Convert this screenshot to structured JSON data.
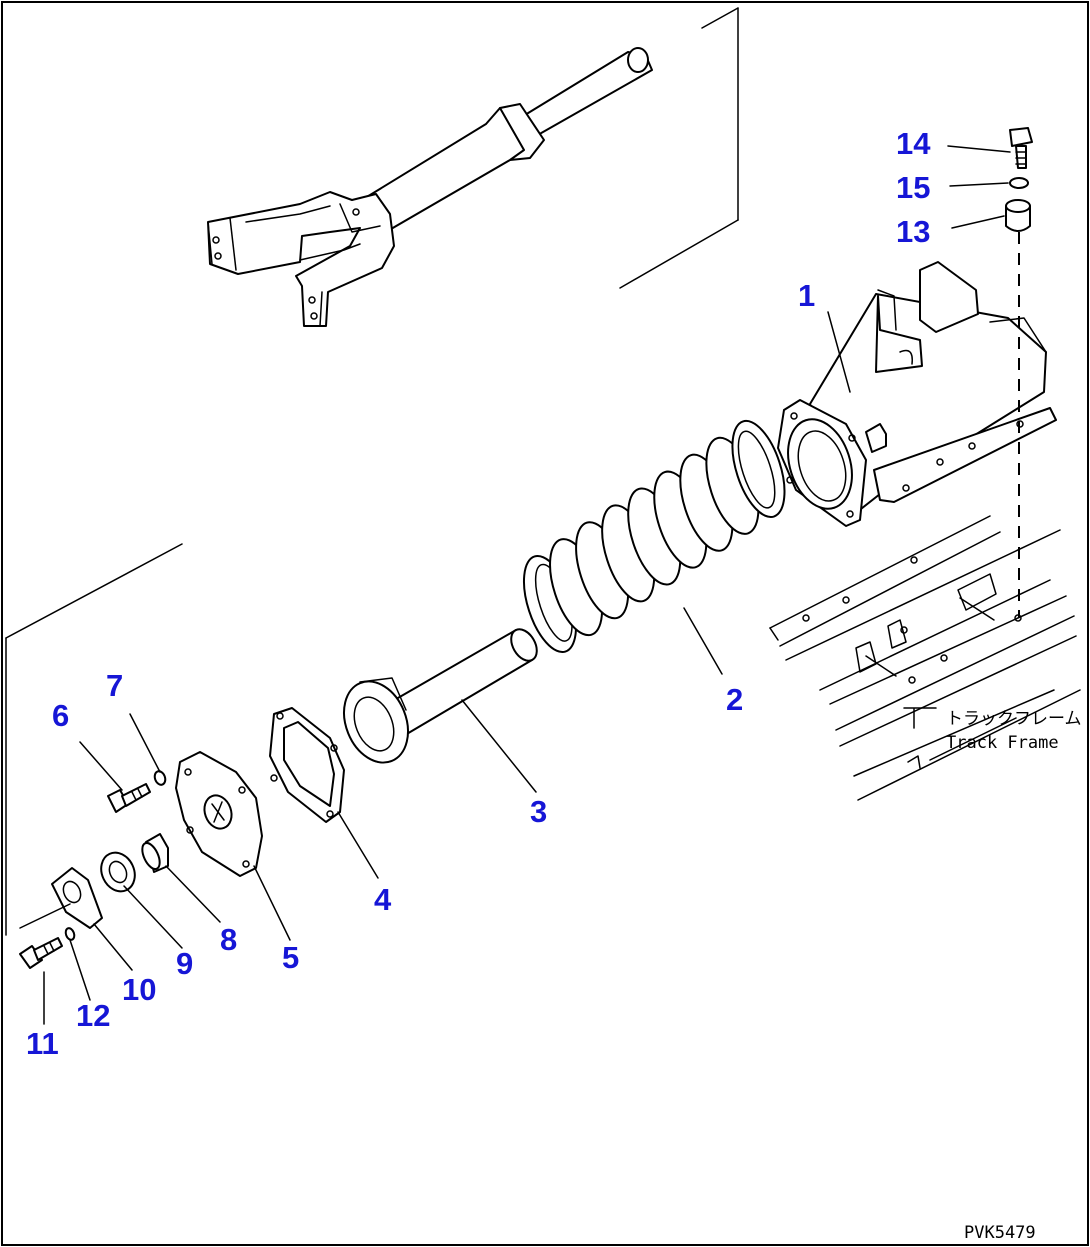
{
  "colors": {
    "callout": "#1616d6",
    "line": "#000000",
    "background": "#ffffff"
  },
  "callouts": [
    {
      "id": "1",
      "label": "1"
    },
    {
      "id": "2",
      "label": "2"
    },
    {
      "id": "3",
      "label": "3"
    },
    {
      "id": "4",
      "label": "4"
    },
    {
      "id": "5",
      "label": "5"
    },
    {
      "id": "6",
      "label": "6"
    },
    {
      "id": "7",
      "label": "7"
    },
    {
      "id": "8",
      "label": "8"
    },
    {
      "id": "9",
      "label": "9"
    },
    {
      "id": "10",
      "label": "10"
    },
    {
      "id": "11",
      "label": "11"
    },
    {
      "id": "12",
      "label": "12"
    },
    {
      "id": "13",
      "label": "13"
    },
    {
      "id": "14",
      "label": "14"
    },
    {
      "id": "15",
      "label": "15"
    }
  ],
  "annotation": {
    "japanese": "トラックフレーム",
    "english": "Track Frame"
  },
  "figure_code": "PVK5479"
}
